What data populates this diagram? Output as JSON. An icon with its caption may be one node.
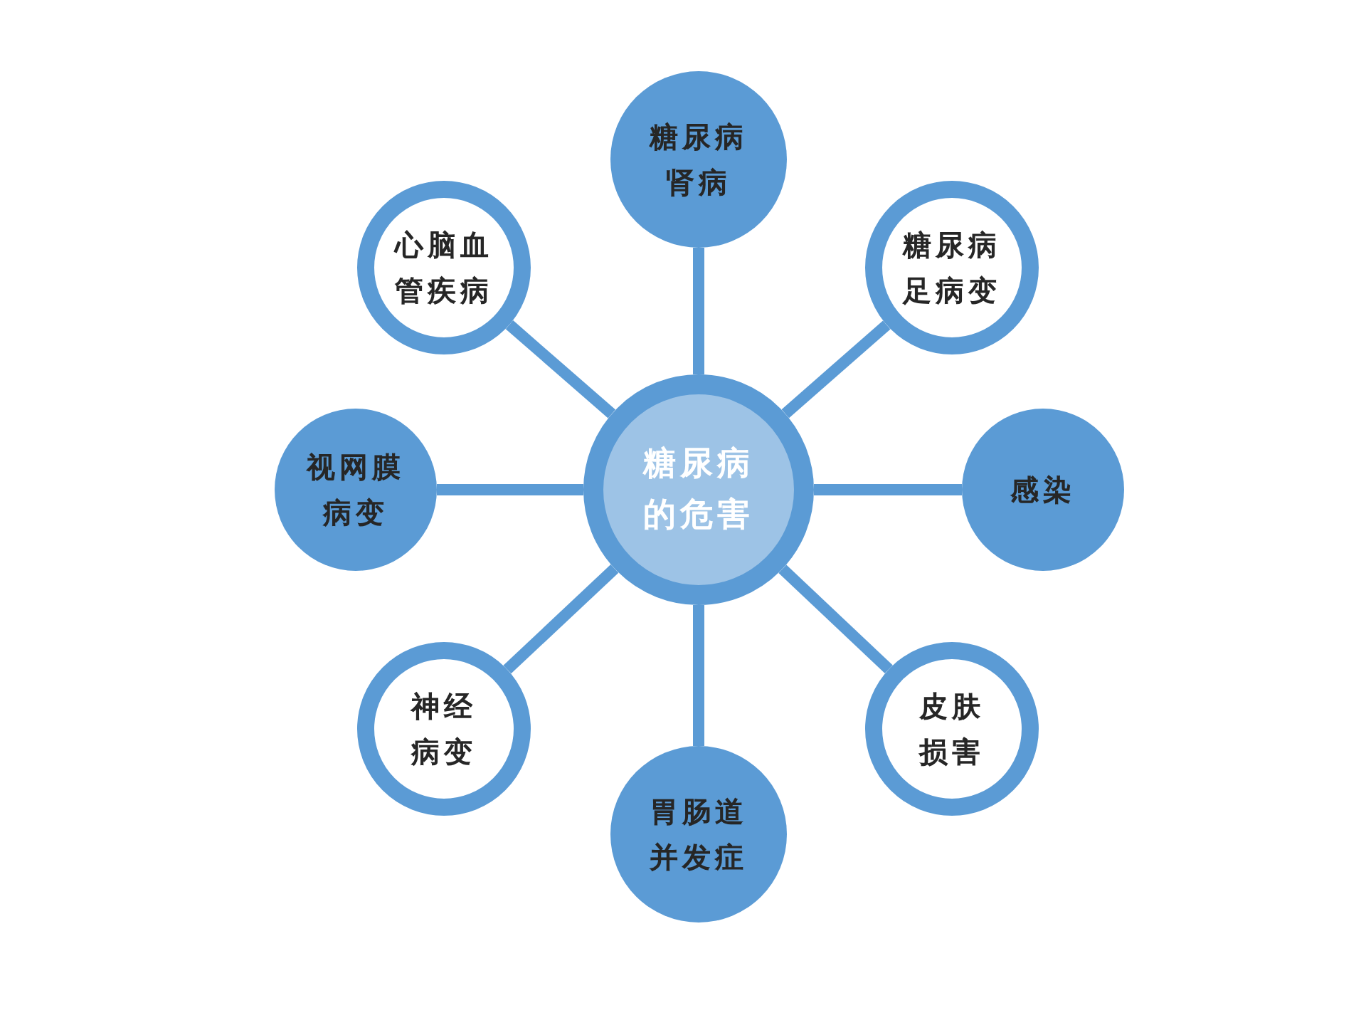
{
  "diagram": {
    "nodes": [
      {
        "text": [
          "糖尿病的危害"
        ]
      },
      {
        "text": [
          "糖尿病肾病"
        ]
      },
      {
        "text": [
          "糖尿病足病变"
        ]
      },
      {
        "text": [
          "感染"
        ]
      },
      {
        "text": [
          "皮肤损害"
        ]
      },
      {
        "text": [
          "胃肠道并发症"
        ]
      },
      {
        "text": [
          "神经病变"
        ]
      },
      {
        "text": [
          "视网膜病变"
        ]
      },
      {
        "text": [
          "心脑血管疾病"
        ]
      }
    ],
    "edges": [
      {
        "from": 0,
        "to": 1,
        "arrow": "none"
      },
      {
        "from": 0,
        "to": 2,
        "arrow": "none"
      },
      {
        "from": 0,
        "to": 3,
        "arrow": "none"
      },
      {
        "from": 0,
        "to": 4,
        "arrow": "none"
      },
      {
        "from": 0,
        "to": 5,
        "arrow": "none"
      },
      {
        "from": 0,
        "to": 6,
        "arrow": "none"
      },
      {
        "from": 0,
        "to": 7,
        "arrow": "none"
      },
      {
        "from": 0,
        "to": 8,
        "arrow": "none"
      }
    ]
  }
}
